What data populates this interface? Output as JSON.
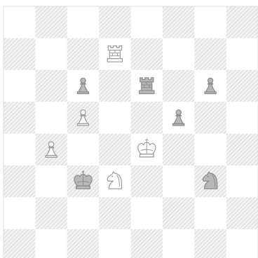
{
  "board": {
    "files": 8,
    "ranks": 8,
    "top_left_square": "light",
    "colors": {
      "light_square": "#ffffff",
      "dark_square_base": "#f3f3f3",
      "dark_square_hatch": "#c9c9c9",
      "frame": "#dcdcdc",
      "white_piece_fill": "#ffffff",
      "white_piece_stroke": "#9a9a9a",
      "black_piece_fill": "#b8b8b8",
      "black_piece_stroke": "#8a8a8a"
    }
  },
  "pieces": [
    {
      "type": "rook",
      "color": "white",
      "square": "d7",
      "icon": "white-rook-icon"
    },
    {
      "type": "pawn",
      "color": "black",
      "square": "c6",
      "icon": "black-pawn-icon"
    },
    {
      "type": "rook",
      "color": "black",
      "square": "e6",
      "icon": "black-rook-icon"
    },
    {
      "type": "pawn",
      "color": "black",
      "square": "g6",
      "icon": "black-pawn-icon"
    },
    {
      "type": "pawn",
      "color": "white",
      "square": "c5",
      "icon": "white-pawn-icon"
    },
    {
      "type": "pawn",
      "color": "black",
      "square": "f5",
      "icon": "black-pawn-icon"
    },
    {
      "type": "pawn",
      "color": "white",
      "square": "b4",
      "icon": "white-pawn-icon"
    },
    {
      "type": "king",
      "color": "white",
      "square": "e4",
      "icon": "white-king-icon"
    },
    {
      "type": "king",
      "color": "black",
      "square": "c3",
      "icon": "black-king-icon"
    },
    {
      "type": "knight",
      "color": "white",
      "square": "d3",
      "icon": "white-knight-icon"
    },
    {
      "type": "knight",
      "color": "black",
      "square": "g3",
      "icon": "black-knight-icon"
    }
  ]
}
